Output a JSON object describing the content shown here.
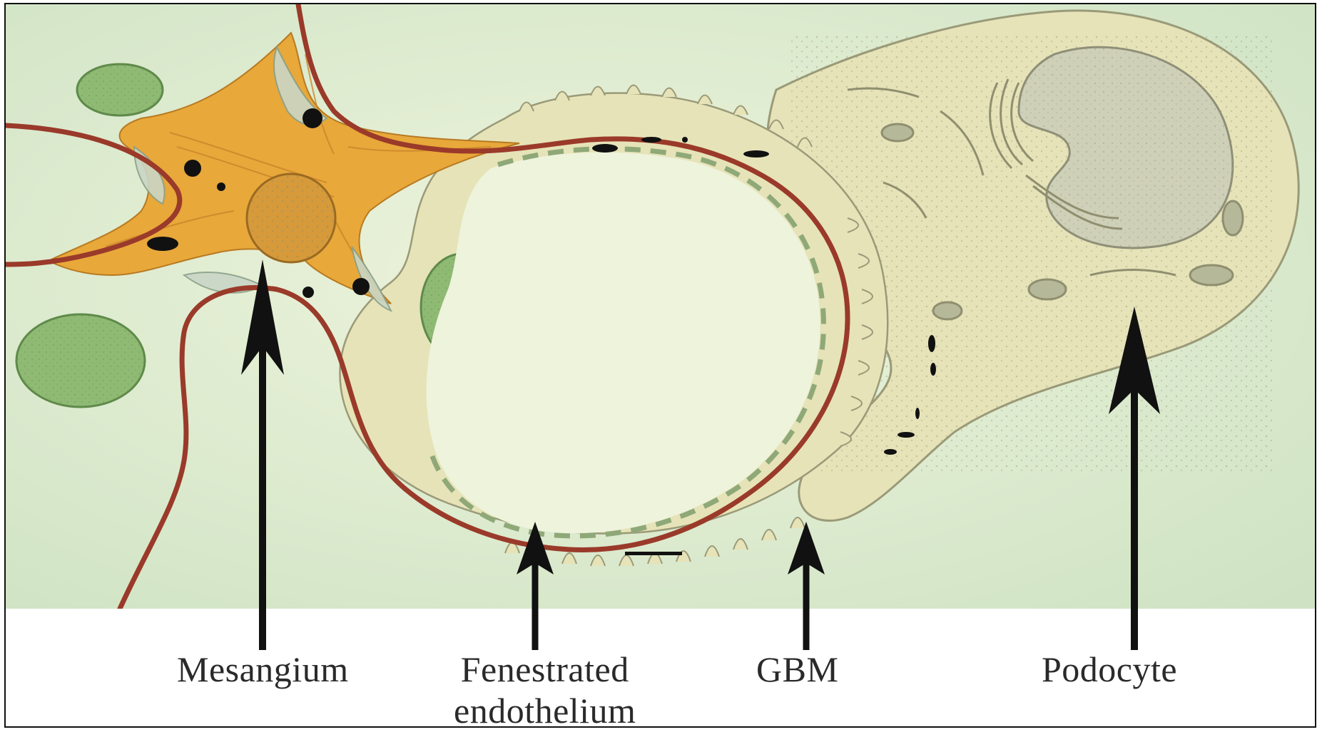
{
  "figure": {
    "labels": {
      "mesangium": "Mesangium",
      "fenestrated_line1": "Fenestrated",
      "fenestrated_line2": "endothelium",
      "gbm": "GBM",
      "podocyte": "Podocyte"
    },
    "colors": {
      "background": "#d9e9c8",
      "mesangial_cell": "#e8a83a",
      "basement_membrane": "#9a3a2a",
      "cell_cytoplasm": "#e6e3b8",
      "endothelial_cell": "#a9c98e",
      "nucleus_green": "#8fba74",
      "podocyte_nucleus": "#cfd0b8",
      "arrow": "#111111"
    }
  }
}
